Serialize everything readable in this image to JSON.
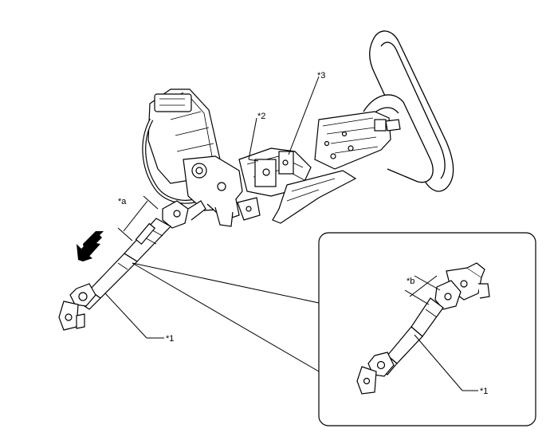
{
  "labels": {
    "part_1_main": "*1",
    "part_1_detail": "*1",
    "part_2": "*2",
    "part_3": "*3",
    "dim_a": "*a",
    "dim_b": "*b"
  }
}
